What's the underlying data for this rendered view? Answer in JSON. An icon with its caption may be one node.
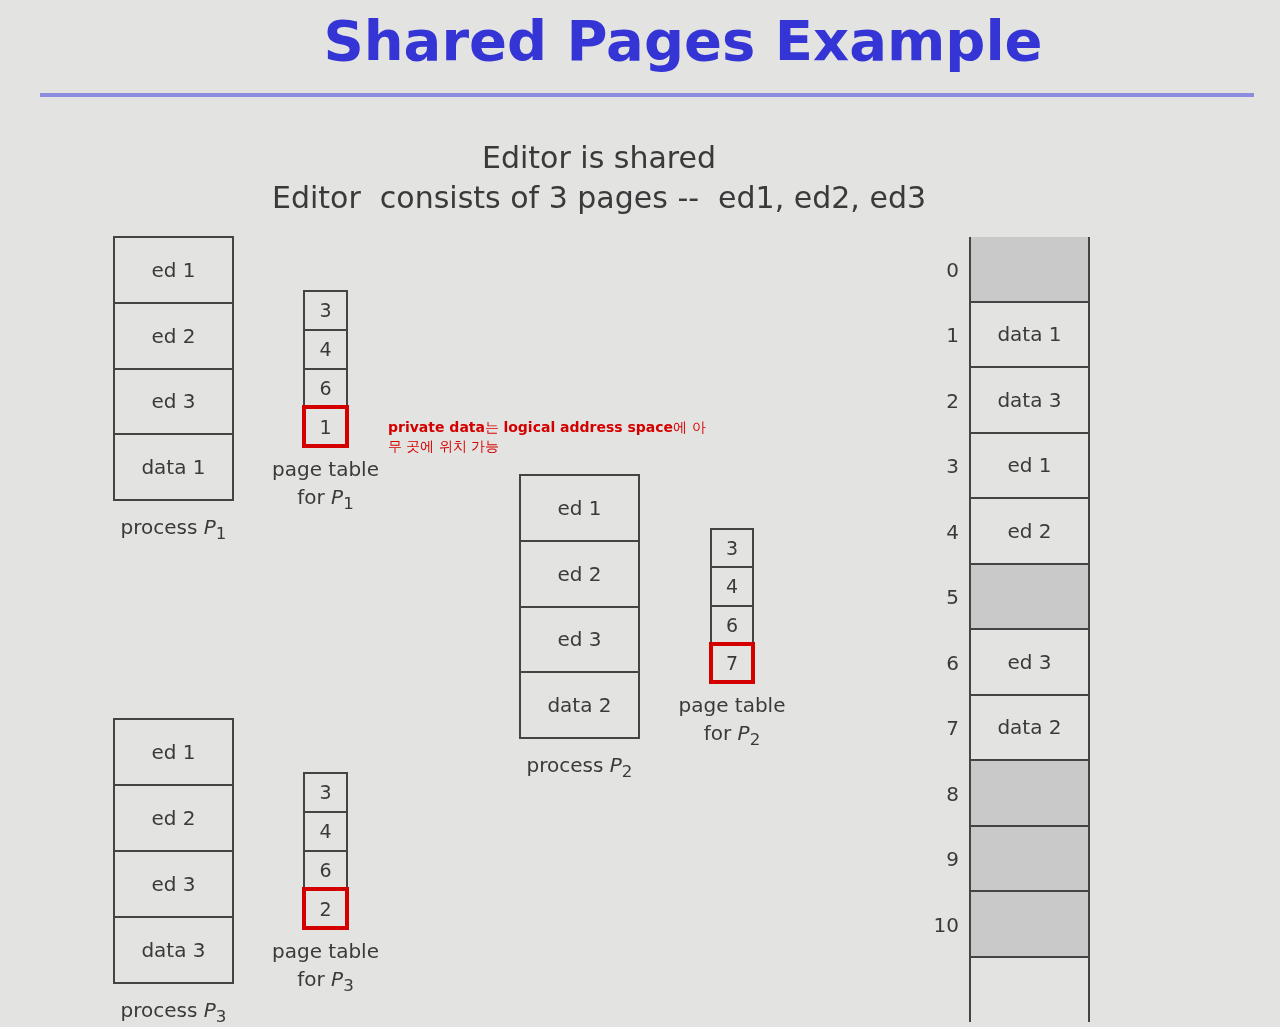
{
  "diagram": {
    "title": "Shared Pages Example",
    "nodes": [
      {
        "text": [
          "process *P*$_{1}$"
        ]
      },
      {
        "text": [
          "ed 1"
        ],
        "in": 0
      },
      {
        "text": [
          "ed 2"
        ],
        "in": 0
      },
      {
        "text": [
          "ed 3"
        ],
        "in": 0
      },
      {
        "text": [
          "data 1"
        ],
        "in": 0
      },
      {
        "text": [
          "page table for *P*$_{1}$"
        ]
      },
      {
        "text": [
          "3"
        ],
        "in": 5
      },
      {
        "text": [
          "4"
        ],
        "in": 5
      },
      {
        "text": [
          "6"
        ],
        "in": 5
      },
      {
        "text": [
          "1"
        ],
        "in": 5
      },
      {
        "text": [
          "process *P*$_{2}$"
        ]
      },
      {
        "text": [
          "ed 1"
        ],
        "in": 10
      },
      {
        "text": [
          "ed 2"
        ],
        "in": 10
      },
      {
        "text": [
          "ed 3"
        ],
        "in": 10
      },
      {
        "text": [
          "data 2"
        ],
        "in": 10
      },
      {
        "text": [
          "page table for *P*$_{2}$"
        ]
      },
      {
        "text": [
          "3"
        ],
        "in": 15
      },
      {
        "text": [
          "4"
        ],
        "in": 15
      },
      {
        "text": [
          "6"
        ],
        "in": 15
      },
      {
        "text": [
          "7"
        ],
        "in": 15
      },
      {
        "text": [],
        "shape": "box"
      },
      {
        "text": [],
        "shape": "box",
        "in": 20,
        "beside": [
          "0"
        ]
      },
      {
        "text": [
          "data 1"
        ],
        "in": 20,
        "beside": [
          "1"
        ]
      },
      {
        "text": [
          "data 3"
        ],
        "in": 20,
        "beside": [
          "2"
        ]
      },
      {
        "text": [
          "ed 1"
        ],
        "in": 20,
        "beside": [
          "3"
        ]
      },
      {
        "text": [
          "ed 2"
        ],
        "in": 20,
        "beside": [
          "4"
        ]
      },
      {
        "text": [],
        "shape": "box",
        "in": 20,
        "beside": [
          "5"
        ]
      },
      {
        "text": [
          "ed 3"
        ],
        "in": 20,
        "beside": [
          "6"
        ]
      },
      {
        "text": [
          "data 2"
        ],
        "in": 20,
        "beside": [
          "7"
        ]
      },
      {
        "text": [],
        "shape": "box",
        "in": 20,
        "beside": [
          "8"
        ]
      },
      {
        "text": [],
        "shape": "box",
        "in": 20,
        "beside": [
          "9"
        ]
      },
      {
        "text": [],
        "shape": "box",
        "in": 20,
        "beside": [
          "10"
        ]
      },
      {
        "text": [
          "process *P*$_{3}$"
        ]
      },
      {
        "text": [
          "ed 1"
        ],
        "in": 32
      },
      {
        "text": [
          "ed 2"
        ],
        "in": 32
      },
      {
        "text": [
          "ed 3"
        ],
        "in": 32
      },
      {
        "text": [
          "data 3"
        ],
        "in": 32
      },
      {
        "text": [
          "page table for *P*$_{3}$"
        ]
      },
      {
        "text": [
          "3"
        ],
        "in": 37
      },
      {
        "text": [
          "4"
        ],
        "in": 37
      },
      {
        "text": [
          "6"
        ],
        "in": 37
      },
      {
        "text": [
          "2"
        ],
        "in": 37
      }
    ],
    "edges": [],
    "labels": [
      "Editor is shared",
      "Editor  consists of 3 pages --  ed1, ed2, ed3",
      "**private data**는 **logical address space**에 아무 곳에 위치 가능"
    ]
  }
}
